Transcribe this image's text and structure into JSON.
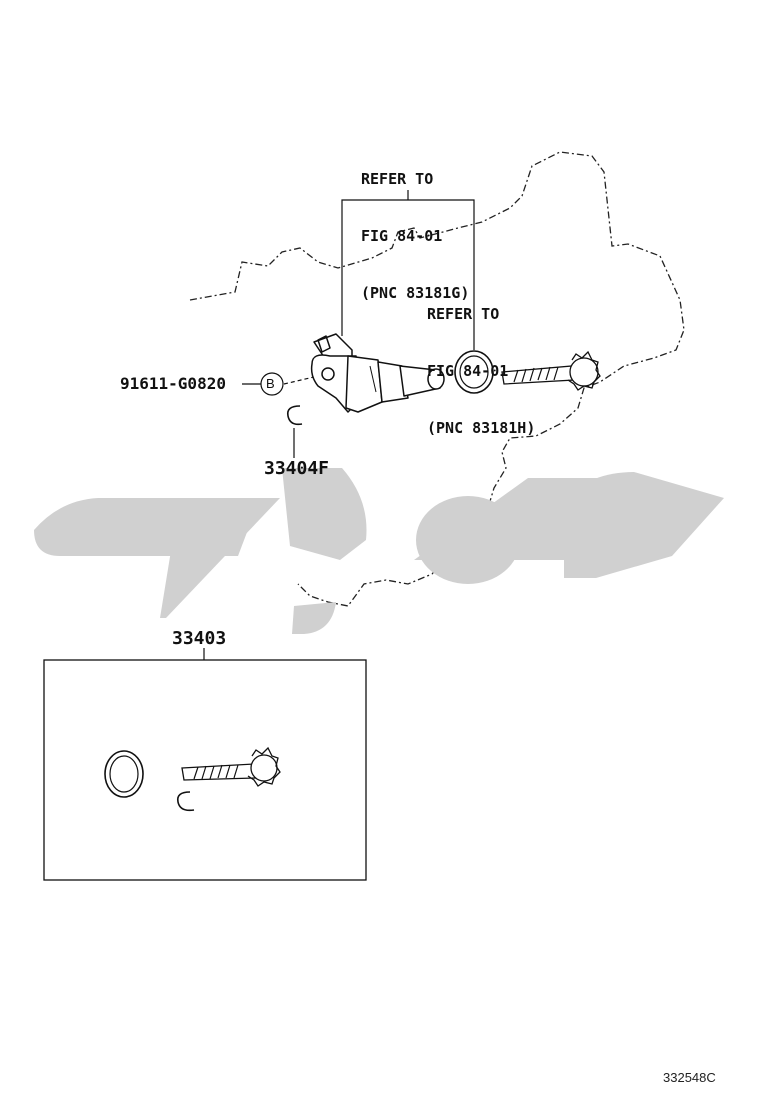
{
  "callouts": {
    "refer_1": [
      "REFER TO",
      "FIG 84-01",
      "(PNC 83181G)"
    ],
    "refer_2": [
      "REFER TO",
      "FIG 84-01",
      "(PNC 83181H)"
    ],
    "bolt_part_no": "91611-G0820",
    "bolt_marker": "B",
    "clip_part_no": "33404F",
    "kit_part_no": "33403"
  },
  "illustration_id": "332548C",
  "watermark": {
    "color": "#d0d0d0"
  }
}
